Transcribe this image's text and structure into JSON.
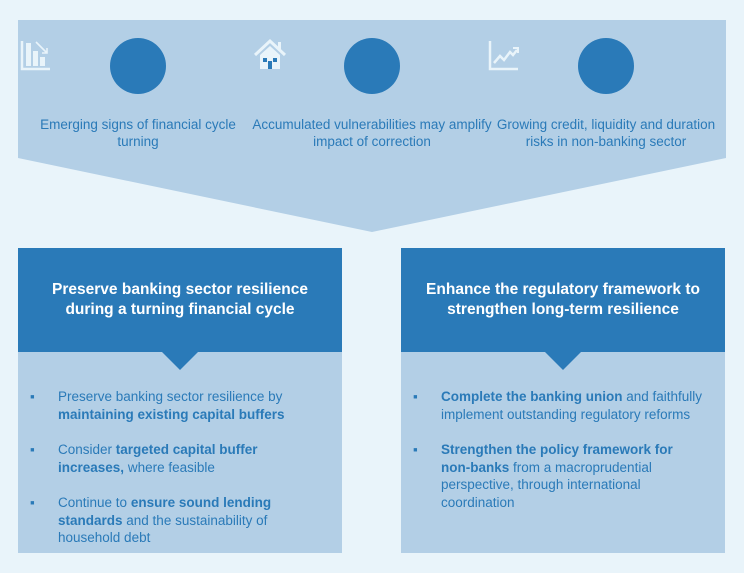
{
  "risks": [
    {
      "icon": "declining-bar-chart-icon",
      "text": "Emerging signs of financial cycle turning"
    },
    {
      "icon": "house-icon",
      "text": "Accumulated vulnerabilities may amplify impact of correction"
    },
    {
      "icon": "rising-line-chart-icon",
      "text": "Growing credit, liquidity and duration risks in non-banking sector"
    }
  ],
  "columns": [
    {
      "title": "Preserve banking sector resilience during a turning financial cycle",
      "items": [
        [
          {
            "t": "Preserve banking sector resilience by "
          },
          {
            "t": "maintaining existing capital buffers",
            "b": true
          }
        ],
        [
          {
            "t": "Consider "
          },
          {
            "t": "targeted capital buffer increases,",
            "b": true
          },
          {
            "t": " where feasible"
          }
        ],
        [
          {
            "t": "Continue to "
          },
          {
            "t": "ensure sound lending standards",
            "b": true
          },
          {
            "t": " and the sustainability of household debt"
          }
        ]
      ]
    },
    {
      "title": "Enhance the regulatory framework to strengthen long-term resilience",
      "items": [
        [
          {
            "t": "Complete the banking union",
            "b": true
          },
          {
            "t": " and faithfully implement outstanding regulatory reforms"
          }
        ],
        [
          {
            "t": "Strengthen the policy framework for non-banks",
            "b": true
          },
          {
            "t": " from a macroprudential perspective, through international coordination"
          }
        ]
      ]
    }
  ],
  "bullet": "▪",
  "colors": {
    "dark": "#2a7ab8",
    "light": "#b3cfe6",
    "bg": "#e9f4fa"
  }
}
